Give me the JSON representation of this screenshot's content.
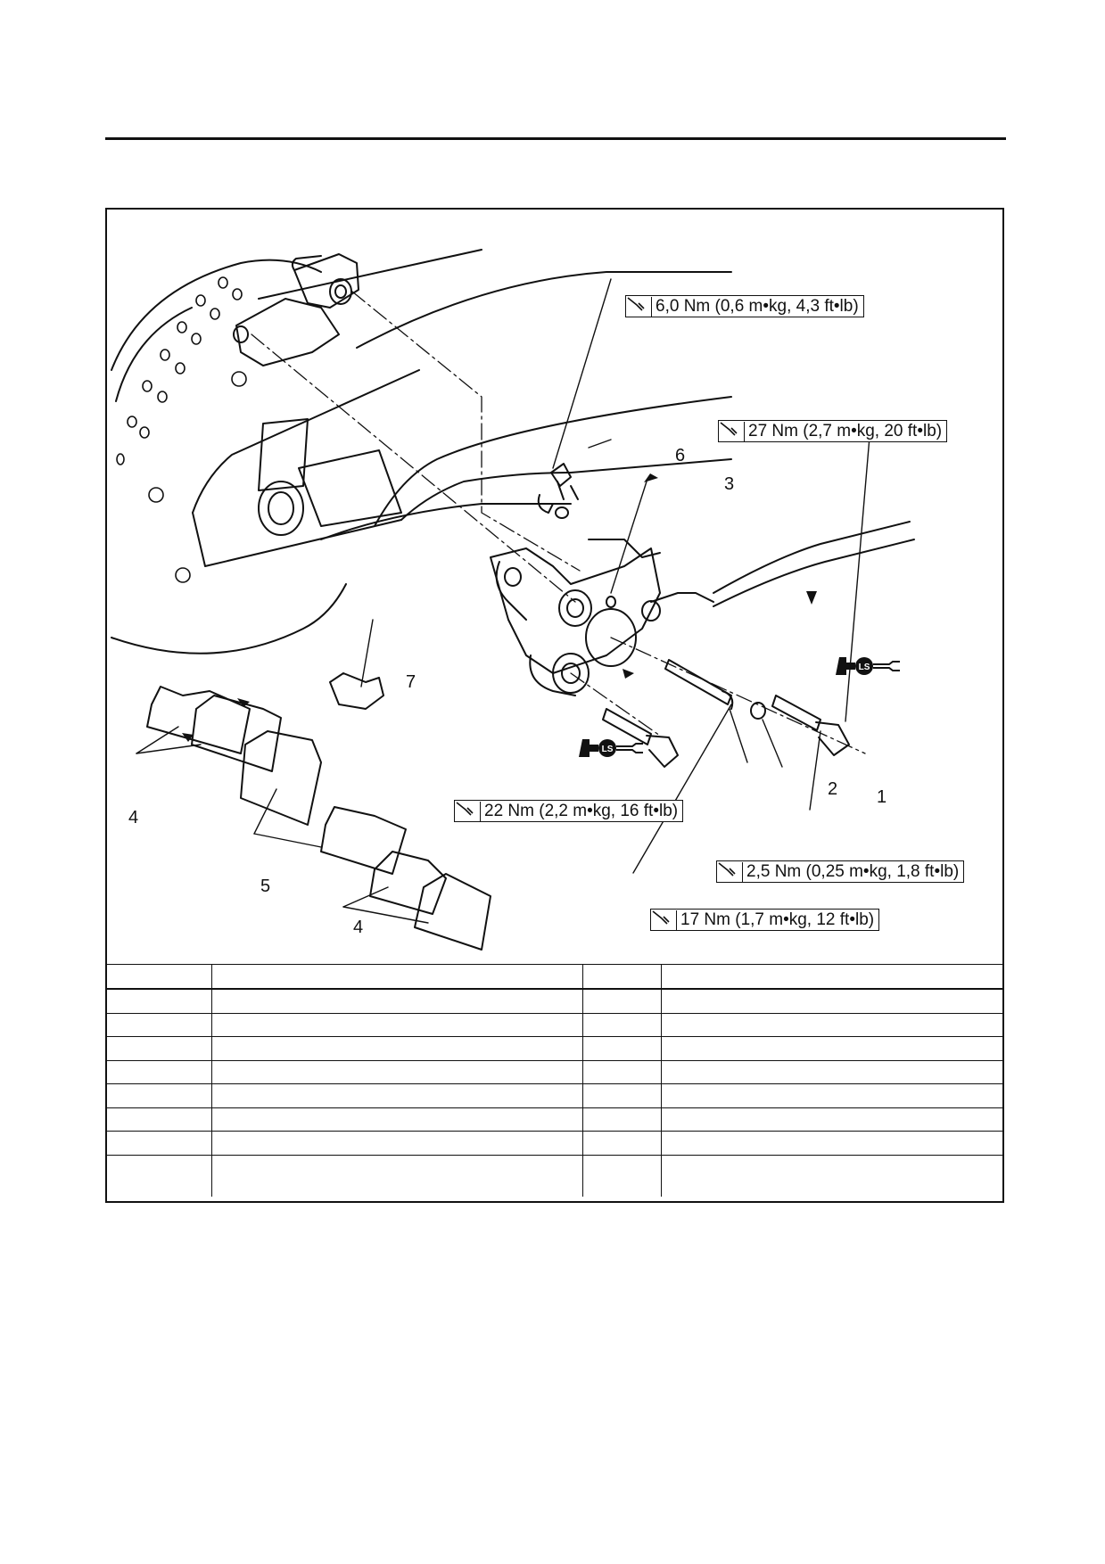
{
  "torque_specs": {
    "bleed_screw": "6,0 Nm (0,6 m•kg, 4,3 ft•lb)",
    "pad_pin": "27 Nm (2,7 m•kg, 20 ft•lb)",
    "bolt_22": "22 Nm (2,2 m•kg, 16 ft•lb)",
    "plug": "2,5 Nm (0,25 m•kg, 1,8 ft•lb)",
    "bolt_17": "17 Nm (1,7 m•kg, 12 ft•lb)"
  },
  "callouts": {
    "c1": "1",
    "c2": "2",
    "c3": "3",
    "c4a": "4",
    "c4b": "4",
    "c5": "5",
    "c6": "6",
    "c7": "7"
  },
  "lubricant_icon_label": "LS",
  "parts_table_rows": 9
}
